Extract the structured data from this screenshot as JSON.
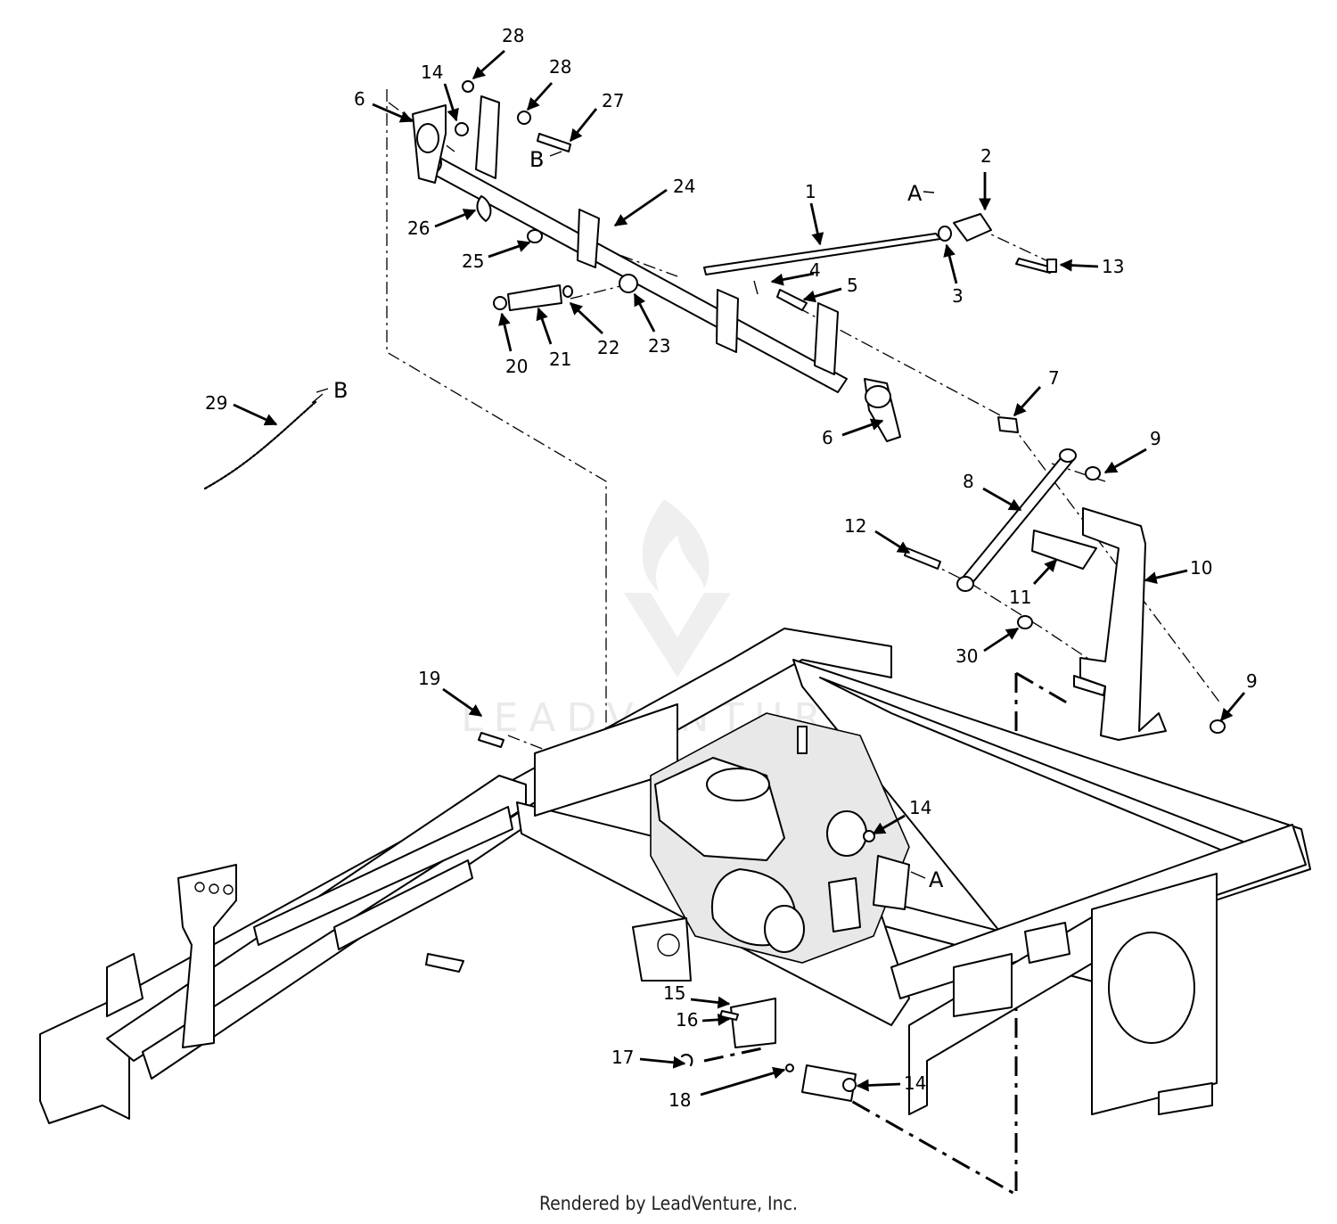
{
  "footer": "Rendered by LeadVenture, Inc.",
  "watermark": "LEADVENTURE",
  "reference_letters": {
    "a": "A",
    "b": "B"
  },
  "callouts": {
    "c1": "1",
    "c2": "2",
    "c3": "3",
    "c4": "4",
    "c5": "5",
    "c6_top": "6",
    "c6_bottom": "6",
    "c7": "7",
    "c8": "8",
    "c9_top": "9",
    "c9_bottom": "9",
    "c10": "10",
    "c11": "11",
    "c12": "12",
    "c13": "13",
    "c14_top": "14",
    "c14_mid": "14",
    "c14_low": "14",
    "c15": "15",
    "c16": "16",
    "c17": "17",
    "c18": "18",
    "c19": "19",
    "c20": "20",
    "c21": "21",
    "c22": "22",
    "c23": "23",
    "c24": "24",
    "c25": "25",
    "c26": "26",
    "c27": "27",
    "c28_a": "28",
    "c28_b": "28",
    "c29": "29",
    "c30": "30"
  }
}
